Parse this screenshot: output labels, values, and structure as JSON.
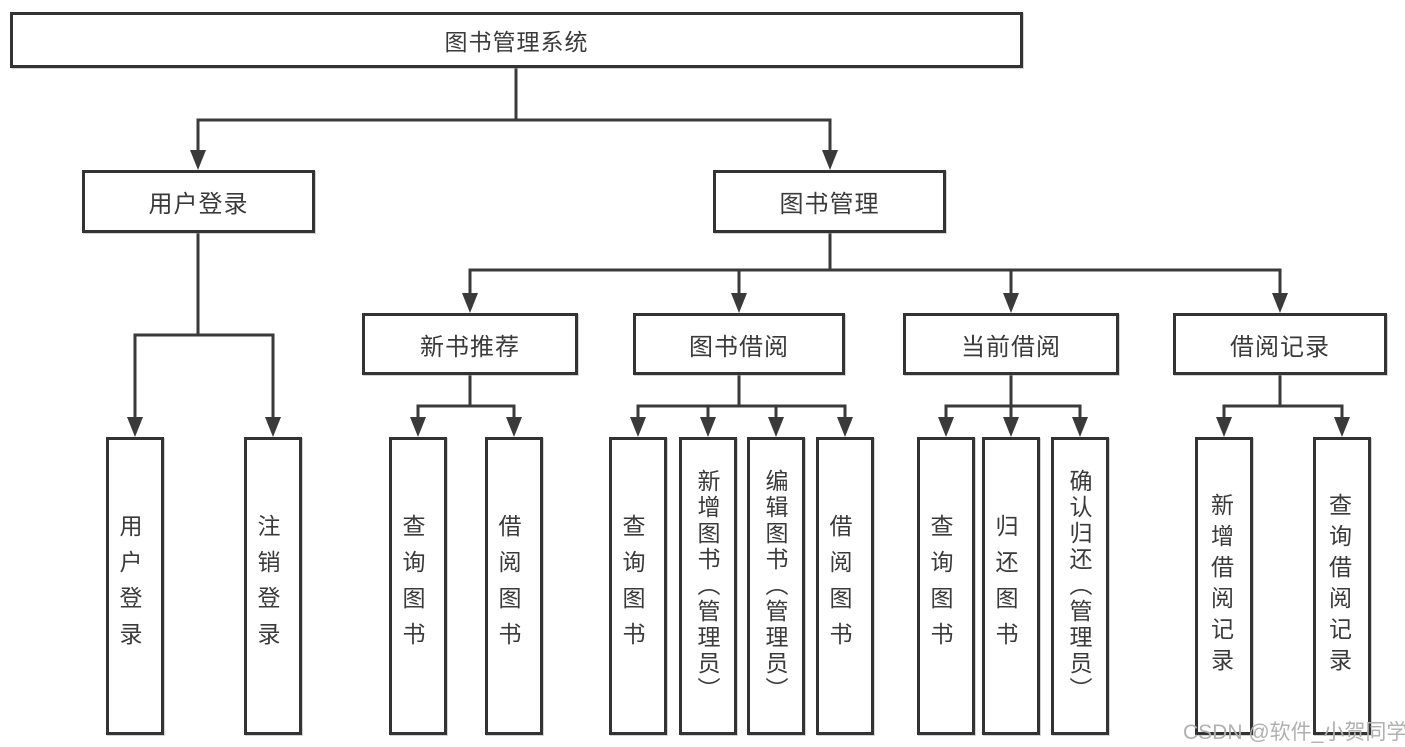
{
  "tree": {
    "root": "图书管理系统",
    "branches": [
      {
        "label": "用户登录",
        "children": [
          "用户登录",
          "注销登录"
        ]
      },
      {
        "label": "图书管理",
        "children": [
          {
            "label": "新书推荐",
            "children": [
              "查询图书",
              "借阅图书"
            ]
          },
          {
            "label": "图书借阅",
            "children": [
              "查询图书",
              "新增图书（管理员）",
              "编辑图书（管理员）",
              "借阅图书"
            ]
          },
          {
            "label": "当前借阅",
            "children": [
              "查询图书",
              "归还图书",
              "确认归还（管理员）"
            ]
          },
          {
            "label": "借阅记录",
            "children": [
              "新增借阅记录",
              "查询借阅记录"
            ]
          }
        ]
      }
    ]
  },
  "watermark": {
    "text": "CSDN @软件_小贺同学"
  },
  "colors": {
    "line": "#3a3a3a",
    "box_border": "#333333",
    "text": "#3a3a3a",
    "watermark": "#b0b0b0",
    "background": "#ffffff"
  }
}
